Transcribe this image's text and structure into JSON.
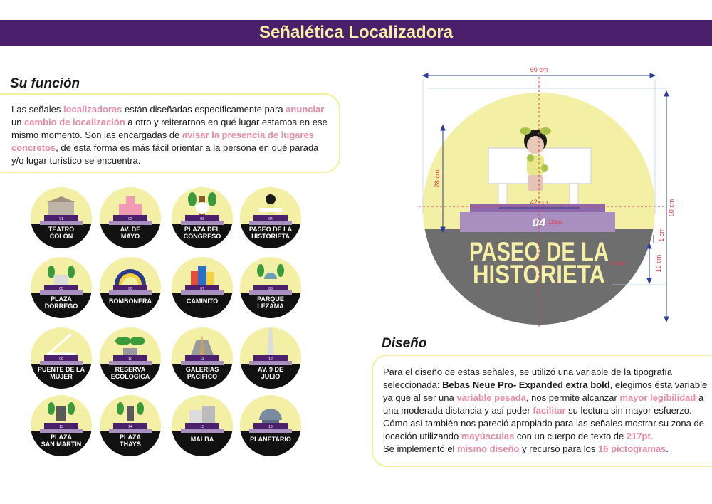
{
  "header": {
    "title": "Señalética Localizadora"
  },
  "funcion": {
    "title": "Su función",
    "parts": [
      {
        "t": "Las señales ",
        "k": "n"
      },
      {
        "t": "localizadoras",
        "k": "h"
      },
      {
        "t": " están diseñadas específicamente para ",
        "k": "n"
      },
      {
        "t": "anunciar",
        "k": "h"
      },
      {
        "t": " un ",
        "k": "n"
      },
      {
        "t": "cambio de localización",
        "k": "h"
      },
      {
        "t": " a otro y reiterarnos en qué lugar estamos en ese mismo momento. Son las encargadas de ",
        "k": "n"
      },
      {
        "t": "avisar la presencia de lugares concretos",
        "k": "h"
      },
      {
        "t": ", de esta forma es más fácil orientar a la persona en qué parada y/o lugar turístico se encuentra.",
        "k": "n"
      }
    ]
  },
  "diseno": {
    "title": "Diseño",
    "parts": [
      {
        "t": "Para el diseño de estas señales, se utilizó una variable de la tipografía seleccionada: ",
        "k": "n"
      },
      {
        "t": "Bebas Neue Pro- Expanded extra bold",
        "k": "s"
      },
      {
        "t": ", elegimos ésta variable ya que al ser una ",
        "k": "n"
      },
      {
        "t": "variable pesada",
        "k": "h"
      },
      {
        "t": ", nos permite alcanzar ",
        "k": "n"
      },
      {
        "t": "mayor legibilidad",
        "k": "h"
      },
      {
        "t": " a una moderada distancia y así poder ",
        "k": "n"
      },
      {
        "t": "facilitar",
        "k": "h"
      },
      {
        "t": " su lectura sin mayor esfuerzo. Cómo así también nos pareció apropiado para las señales mostrar su zona de locación utilizando ",
        "k": "n"
      },
      {
        "t": "mayúsculas",
        "k": "h"
      },
      {
        "t": " con un cuerpo de texto de ",
        "k": "n"
      },
      {
        "t": "217pt",
        "k": "h"
      },
      {
        "t": ".",
        "k": "n"
      },
      {
        "t": "\n",
        "k": "br"
      },
      {
        "t": "Se implementó el ",
        "k": "n"
      },
      {
        "t": "mismo diseño",
        "k": "h"
      },
      {
        "t": " y recurso para los ",
        "k": "n"
      },
      {
        "t": "16 pictogramas",
        "k": "h"
      },
      {
        "t": ".",
        "k": "n"
      }
    ]
  },
  "icons": [
    {
      "num": "01",
      "lines": [
        "TEATRO",
        "COLÓN"
      ],
      "pict": "teatro-icon"
    },
    {
      "num": "02",
      "lines": [
        "AV. DE",
        "MAYO"
      ],
      "pict": "cabildo-icon"
    },
    {
      "num": "03",
      "lines": [
        "PLAZA DEL",
        "CONGRESO"
      ],
      "pict": "congreso-icon"
    },
    {
      "num": "04",
      "lines": [
        "PASEO DE LA",
        "HISTORIETA"
      ],
      "pict": "mafalda-icon"
    },
    {
      "num": "05",
      "lines": [
        "PLAZA",
        "DORREGO"
      ],
      "pict": "plaza-icon"
    },
    {
      "num": "06",
      "lines": [
        "BOMBONERA"
      ],
      "pict": "stadium-icon"
    },
    {
      "num": "07",
      "lines": [
        "CAMINITO"
      ],
      "pict": "caminito-icon"
    },
    {
      "num": "08",
      "lines": [
        "PARQUE",
        "LEZAMA"
      ],
      "pict": "park-icon"
    },
    {
      "num": "09",
      "lines": [
        "PUENTE DE LA",
        "MUJER"
      ],
      "pict": "bridge-icon"
    },
    {
      "num": "10",
      "lines": [
        "RESERVA",
        "ECOLOGICA"
      ],
      "pict": "leaf-icon"
    },
    {
      "num": "11",
      "lines": [
        "GALERIAS",
        "PACIFICO"
      ],
      "pict": "gallery-icon"
    },
    {
      "num": "12",
      "lines": [
        "AV. 9 DE",
        "JULIO"
      ],
      "pict": "obelisk-icon"
    },
    {
      "num": "13",
      "lines": [
        "PLAZA",
        "SAN MARTIN"
      ],
      "pict": "horse-statue-icon"
    },
    {
      "num": "14",
      "lines": [
        "PLAZA",
        "THAYS"
      ],
      "pict": "statue-icon"
    },
    {
      "num": "15",
      "lines": [
        "MALBA"
      ],
      "pict": "museum-icon"
    },
    {
      "num": "16",
      "lines": [
        "PLANETARIO"
      ],
      "pict": "planetarium-icon"
    }
  ],
  "big_sign": {
    "number": "04",
    "line1": "PASEO DE LA",
    "line2": "HISTORIETA",
    "dim_width": "60 cm",
    "dim_height": "60 cm",
    "dim_bench_h": "28 cm",
    "dim_bench_w": "42 cm",
    "dim_num_pt": "113pts",
    "dim_text_pt": "217pts",
    "dim_text_h": "12 cm",
    "dim_gap": "1 cm"
  },
  "colors": {
    "purple": "#4b1f6b",
    "yellow": "#f6f0a6",
    "circle_yellow": "#f3efa5",
    "pink": "#e98aa5",
    "gray": "#6e6e6e",
    "lilac": "#a98ec0",
    "dim_blue": "#2b3c9c",
    "dim_red": "#e0394a"
  }
}
